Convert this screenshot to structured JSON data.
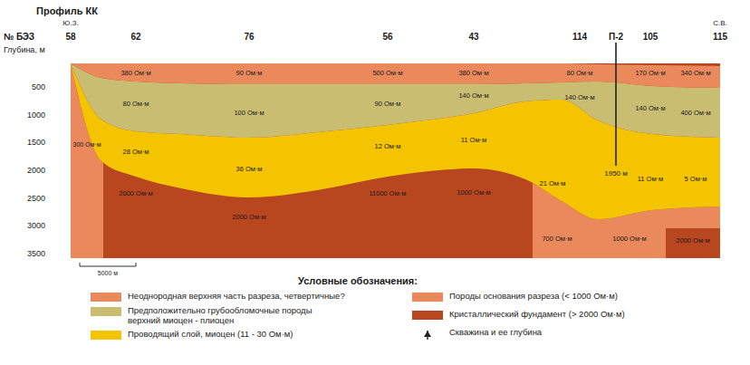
{
  "diagram": {
    "title": "Профиль КК",
    "labels": [
      "Ю.З.",
      "С.В.",
      "№ БЭЗ",
      "58",
      "62",
      "76",
      "56",
      "43",
      "114",
      "П-2",
      "105",
      "115",
      "Глубина, м",
      "500",
      "1000",
      "1500",
      "2000",
      "2500",
      "3000",
      "3500",
      "380 Ом·м",
      "90 Ом·м",
      "500 Ом·м",
      "380 Ом·м",
      "80 Ом·м",
      "170 Ом·м",
      "340 Ом·м",
      "80 Ом·м",
      "100 Ом·м",
      "90 Ом·м",
      "140 Ом·м",
      "140 Ом·м",
      "140 Ом·м",
      "400 Ом·м",
      "300 Ом·м",
      "28 Ом·м",
      "36 Ом·м",
      "12 Ом·м",
      "11 Ом·м",
      "21 Ом·м",
      "11 Ом·м",
      "5 Ом·м",
      "2000 Ом·м",
      "2000 Ом·м",
      "11000 Ом·м",
      "1000 Ом·м",
      "700 Ом·м",
      "1000 Ом·м",
      "2000 Ом·м",
      "1950 м",
      "5000 м",
      "Условные обозначения:"
    ],
    "legend": [
      {
        "text": "Неоднородная верхняя часть разреза, четвертичные?",
        "color": "#e9895c"
      },
      {
        "text": "Предположительно грубообломочные породы верхний миоцен - плиоцен",
        "color": "#c9bd72"
      },
      {
        "text": "Проводящий слой, миоцен (11 - 30 Ом·м)",
        "color": "#f5c400"
      },
      {
        "text": "Породы основания разреза (< 1000 Ом·м)",
        "color": "#e9895c"
      },
      {
        "text": "Кристаллический фундамент (> 2000 Ом·м)",
        "color": "#b8461f"
      },
      {
        "text": "Скважина и ее глубина"
      }
    ]
  }
}
